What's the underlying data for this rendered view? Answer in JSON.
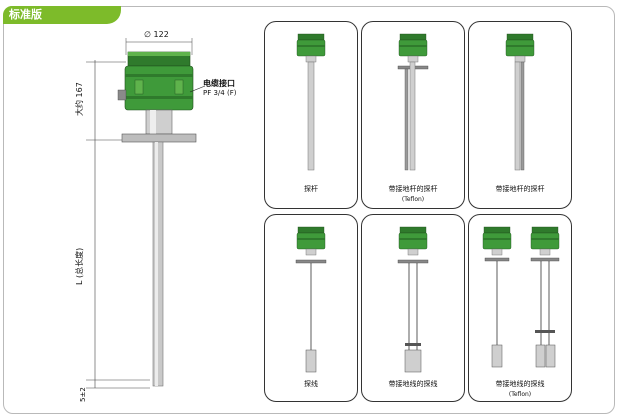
{
  "header": {
    "title": "标准版"
  },
  "dimensions": {
    "diameter": "∅ 122",
    "height": "大约 167",
    "length": "L (总长度)",
    "tolerance": "5±2"
  },
  "cable": {
    "label": "电缆接口",
    "thread": "PF 3/4 (F)"
  },
  "variants": [
    {
      "label": "探杆",
      "note": ""
    },
    {
      "label": "带接地杆的探杆",
      "note": "(Teflon)"
    },
    {
      "label": "带接地杆的探杆",
      "note": ""
    },
    {
      "label": "探线",
      "note": ""
    },
    {
      "label": "带接地线的探线",
      "note": ""
    },
    {
      "label": "带接地线的探线",
      "note": "(Teflon)"
    }
  ],
  "colors": {
    "accent": "#7dbb2a",
    "housing": "#3f9a3a",
    "housing_dark": "#2f7a2c"
  }
}
